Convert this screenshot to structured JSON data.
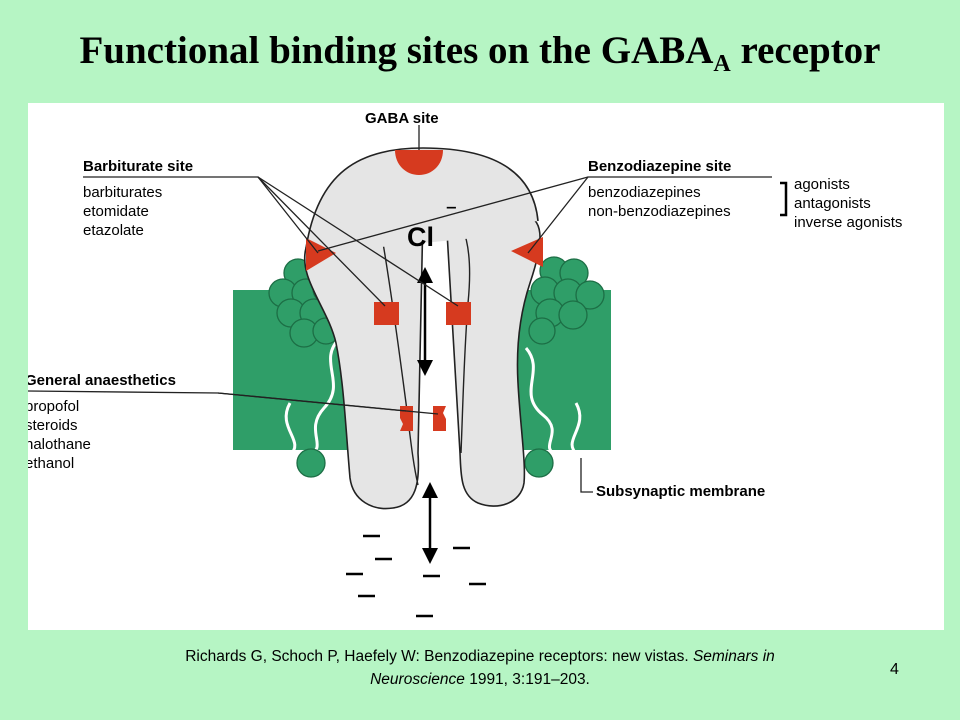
{
  "slide": {
    "title_main": "Functional binding sites on the GABA",
    "title_subscript": "A",
    "title_tail": " receptor",
    "page_number": "4"
  },
  "figure": {
    "gaba_site": "GABA site",
    "ion_label": "Cl",
    "barbiturate": {
      "title": "Barbiturate site",
      "items": [
        "barbiturates",
        "etomidate",
        "etazolate"
      ]
    },
    "benzodiazepine": {
      "title": "Benzodiazepine site",
      "items": [
        "benzodiazepines",
        "non-benzodiazepines"
      ],
      "classes": [
        "agonists",
        "antagonists",
        "inverse agonists"
      ]
    },
    "anaesthetics": {
      "title": "General anaesthetics",
      "items": [
        "propofol",
        "steroids",
        "halothane",
        "ethanol"
      ]
    },
    "membrane_label": "Subsynaptic membrane"
  },
  "citation": {
    "line1_plain": "Richards G, Schoch P, Haefely W: Benzodiazepine receptors: new vistas. ",
    "line1_italic": "Seminars in",
    "line2_italic": "Neuroscience",
    "line2_plain": " 1991, 3:191–203."
  },
  "colors": {
    "background": "#b6f5c4",
    "membrane": "#2f9e68",
    "binding_site": "#d63a1f",
    "receptor_fill": "#e5e5e5"
  }
}
